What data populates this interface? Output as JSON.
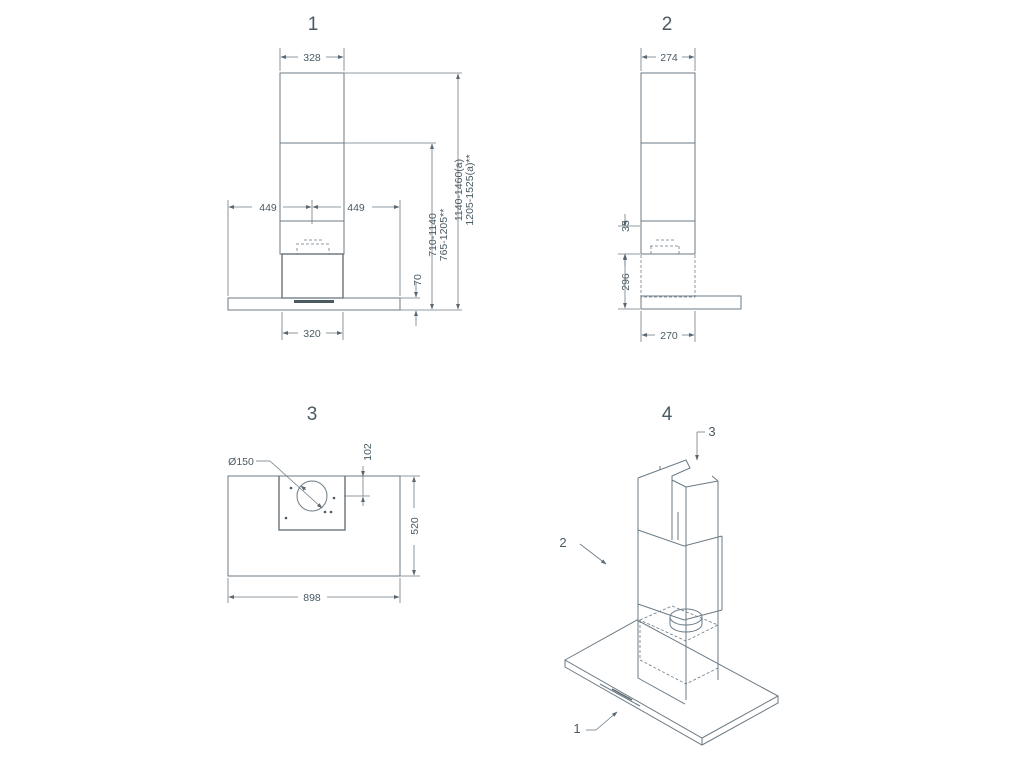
{
  "views": {
    "v1": {
      "number": "1",
      "width_top": "328",
      "left_ext": "449",
      "right_ext": "449",
      "width_bottom": "320",
      "canopy_h": "70",
      "h1": "710-1140",
      "h2": "765-1205**",
      "h3": "1140-1460(a)",
      "h4": "1205-1525(a)**"
    },
    "v2": {
      "number": "2",
      "width_top": "274",
      "gap": "35",
      "box_h": "296",
      "width_bottom": "270"
    },
    "v3": {
      "number": "3",
      "diameter": "Ø150",
      "offset": "102",
      "depth": "520",
      "width": "898"
    },
    "v4": {
      "number": "4",
      "callout_1": "1",
      "callout_2": "2",
      "callout_3": "3"
    }
  }
}
